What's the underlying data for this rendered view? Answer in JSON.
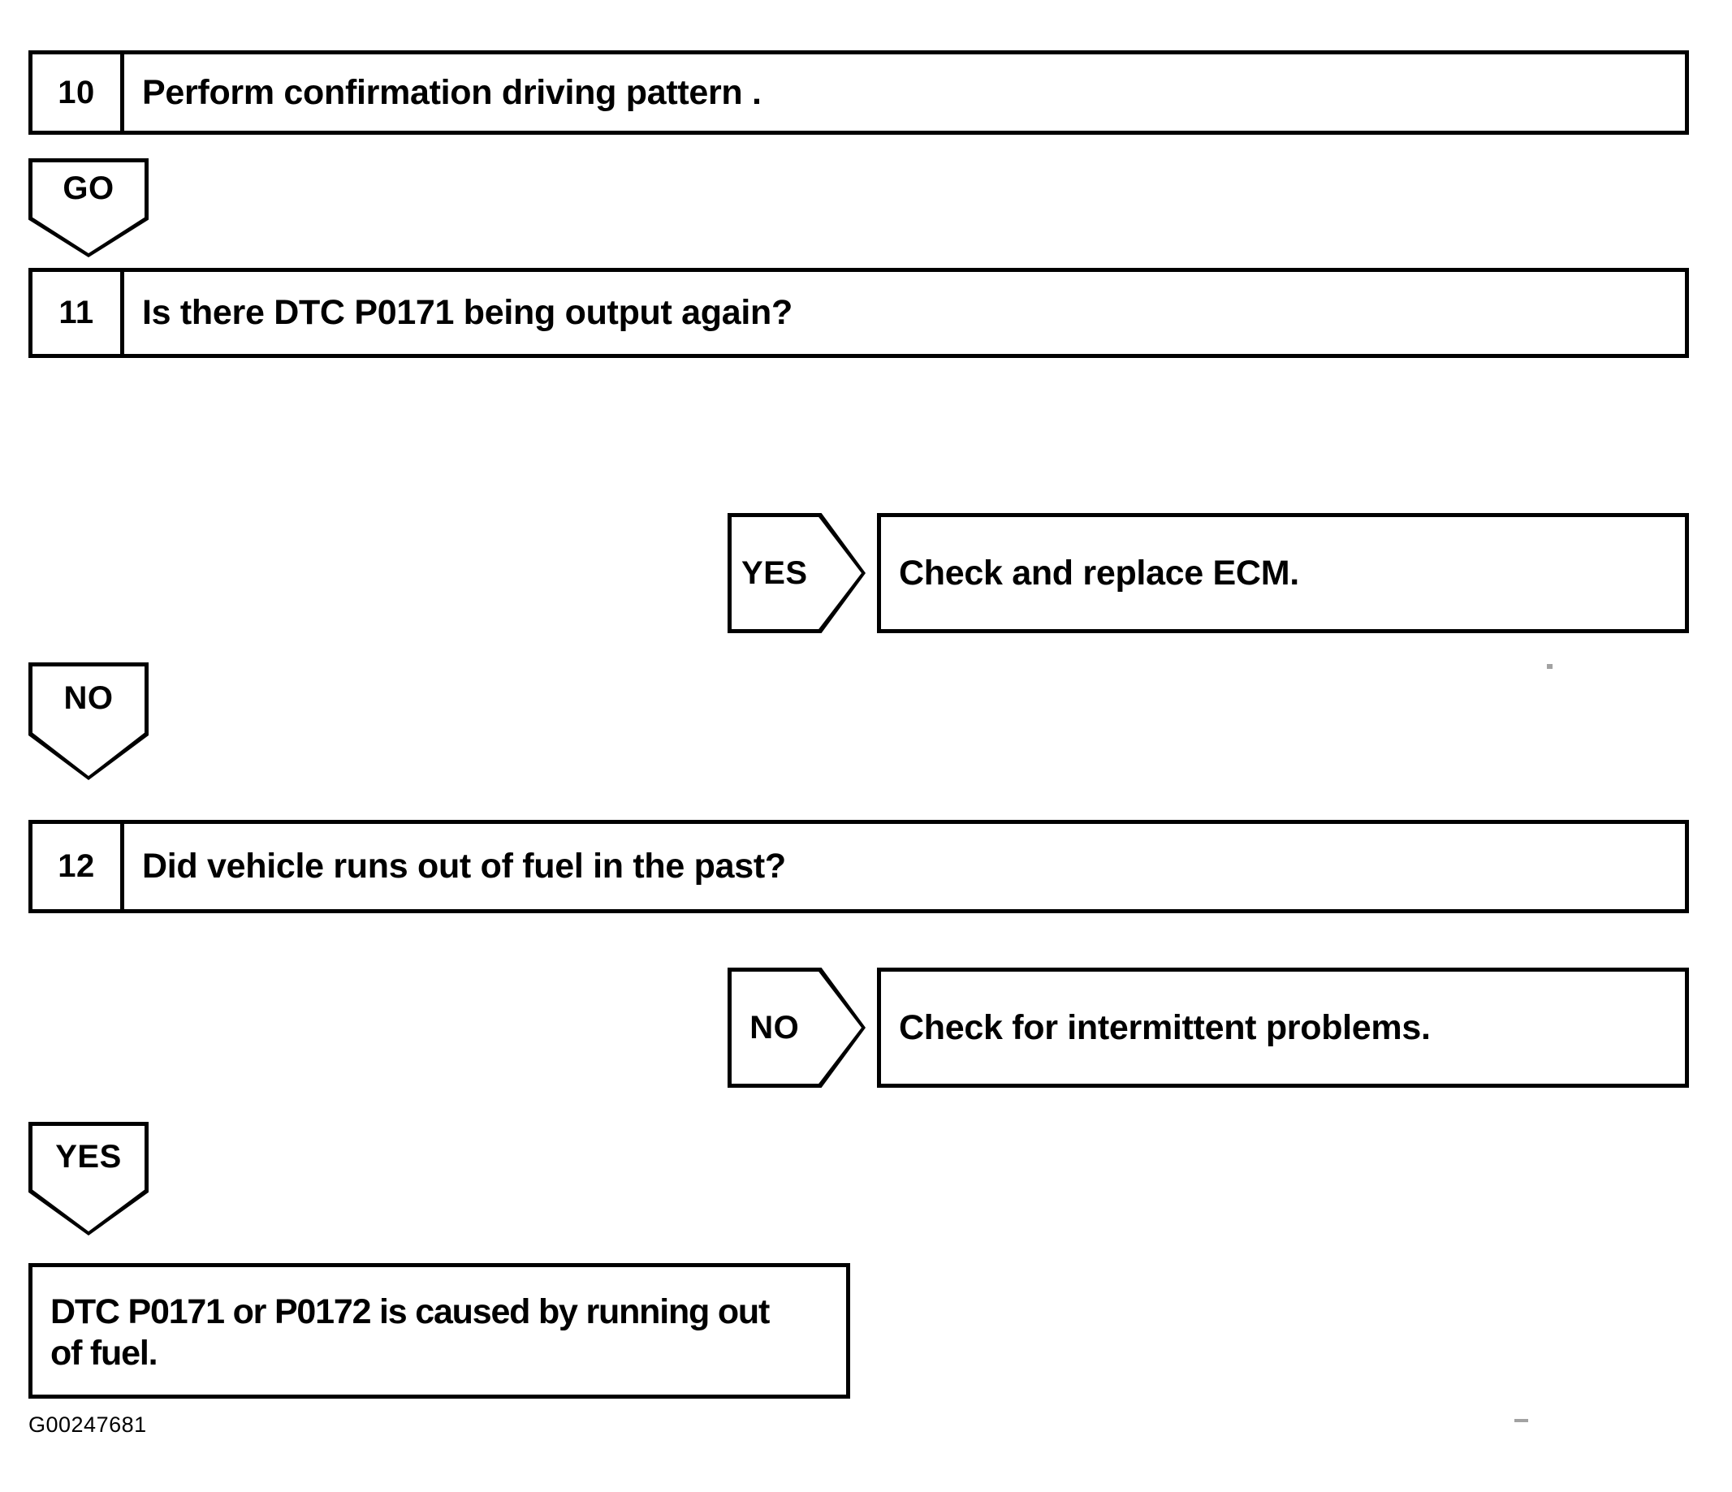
{
  "document": {
    "type": "diagnostic-troubleshooting-flowchart",
    "figure_code": "G00247681"
  },
  "steps": [
    {
      "id": "step-10",
      "number": "10",
      "text": "Perform confirmation driving pattern ."
    },
    {
      "id": "step-11",
      "number": "11",
      "text": "Is there DTC P0171 being output again?"
    },
    {
      "id": "step-12",
      "number": "12",
      "text": "Did vehicle runs out of fuel in the past?"
    }
  ],
  "branches": {
    "go_after_10": "GO",
    "yes_from_11": "YES",
    "no_from_11": "NO",
    "no_from_12": "NO",
    "yes_from_12": "YES"
  },
  "results": {
    "ecm": "Check and replace ECM.",
    "intermittent": "Check for intermittent problems.",
    "out_of_fuel_line1": "DTC P0171 or P0172 is caused by running out",
    "out_of_fuel_line2": "of fuel."
  },
  "colors": {
    "ink": "#000000",
    "paper": "#ffffff"
  }
}
